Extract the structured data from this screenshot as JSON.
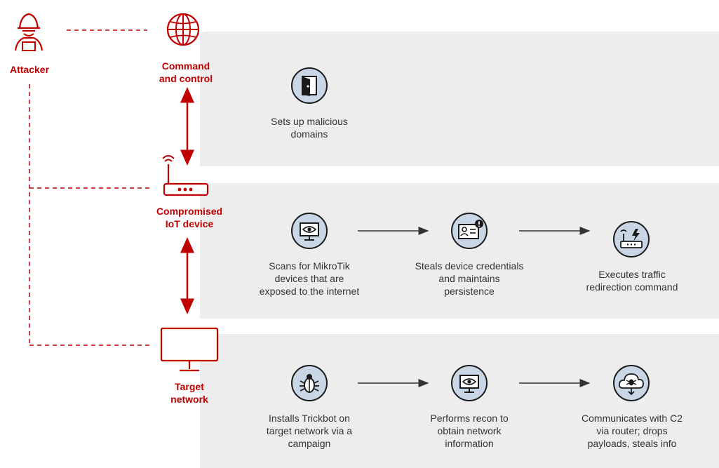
{
  "actors": {
    "attacker": "Attacker",
    "c2": "Command\nand control",
    "iot": "Compromised\nIoT device",
    "target": "Target\nnetwork"
  },
  "steps": {
    "row1": [
      "Sets up malicious\ndomains"
    ],
    "row2": [
      "Scans for MikroTik\ndevices that are\nexposed to the internet",
      "Steals device credentials\nand maintains\npersistence",
      "Executes traffic\nredirection  command"
    ],
    "row3": [
      "Installs Trickbot on\ntarget network via a\ncampaign",
      "Performs recon to\nobtain network\ninformation",
      "Communicates with C2\nvia router; drops\npayloads, steals info"
    ]
  },
  "icons": {
    "attacker": "hacker-icon",
    "c2": "globe-icon",
    "iot": "router-icon",
    "target": "monitor-icon",
    "row1": [
      "door-icon"
    ],
    "row2": [
      "eye-monitor-icon",
      "credential-card-icon",
      "router-command-icon"
    ],
    "row3": [
      "bug-icon",
      "eye-monitor-icon",
      "cloud-bug-icon"
    ]
  },
  "colors": {
    "accent": "#c00000",
    "panel": "#ededed",
    "icon_fill": "#c9d6e6",
    "icon_stroke": "#1a1a1a",
    "arrow": "#333333"
  }
}
